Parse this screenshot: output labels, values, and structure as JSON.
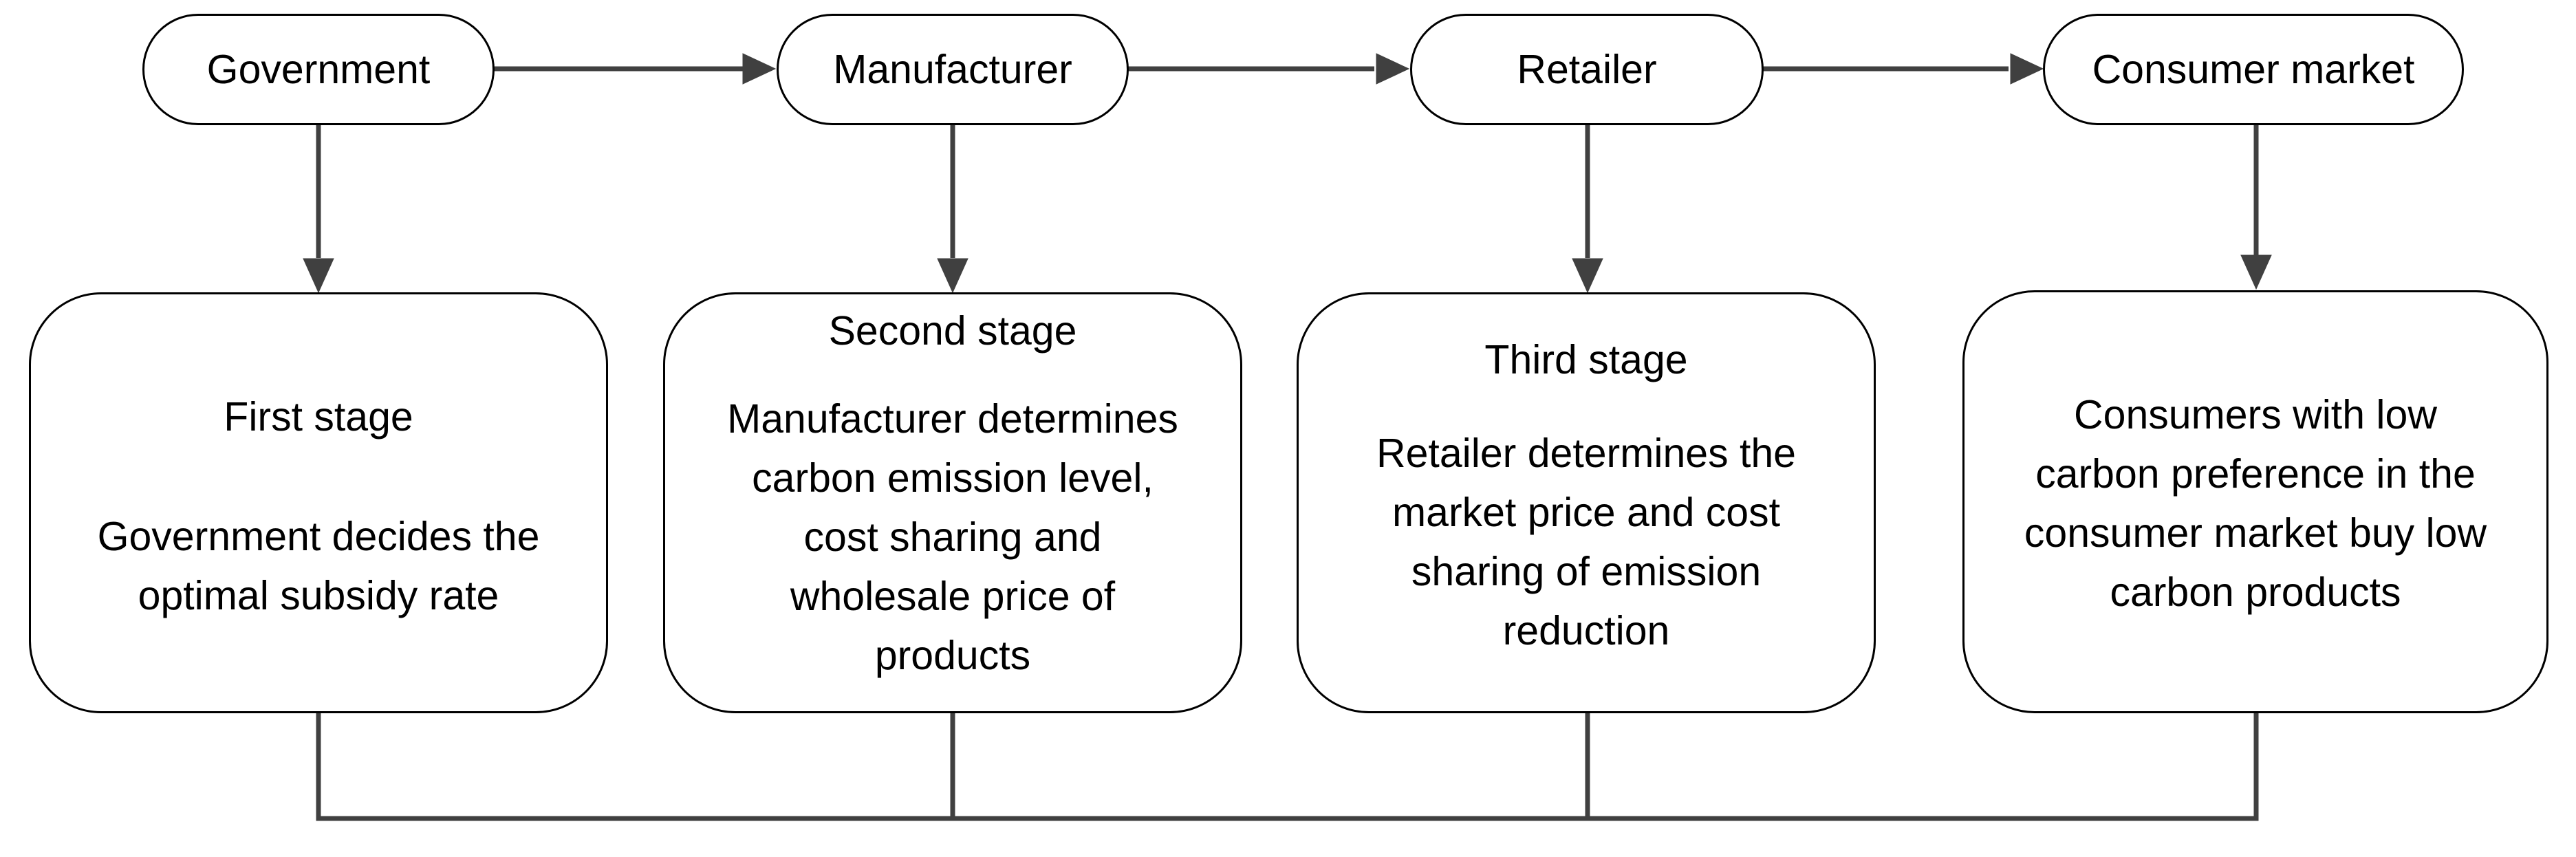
{
  "actors": {
    "government": "Government",
    "manufacturer": "Manufacturer",
    "retailer": "Retailer",
    "consumer_market": "Consumer market"
  },
  "stages": {
    "first": {
      "title": "First stage",
      "lines": [
        "Government decides the",
        "optimal subsidy rate"
      ]
    },
    "second": {
      "title": "Second stage",
      "lines": [
        "Manufacturer determines",
        "carbon emission level,",
        "cost sharing and",
        "wholesale price of",
        "products"
      ]
    },
    "third": {
      "title": "Third stage",
      "lines": [
        "Retailer determines the",
        "market price and cost",
        "sharing of emission",
        "reduction"
      ]
    },
    "fourth": {
      "lines": [
        "Consumers with low",
        "carbon preference in the",
        "consumer market buy low",
        "carbon products"
      ]
    }
  },
  "colors": {
    "line": "#404040",
    "border": "#000000",
    "background": "#ffffff"
  }
}
